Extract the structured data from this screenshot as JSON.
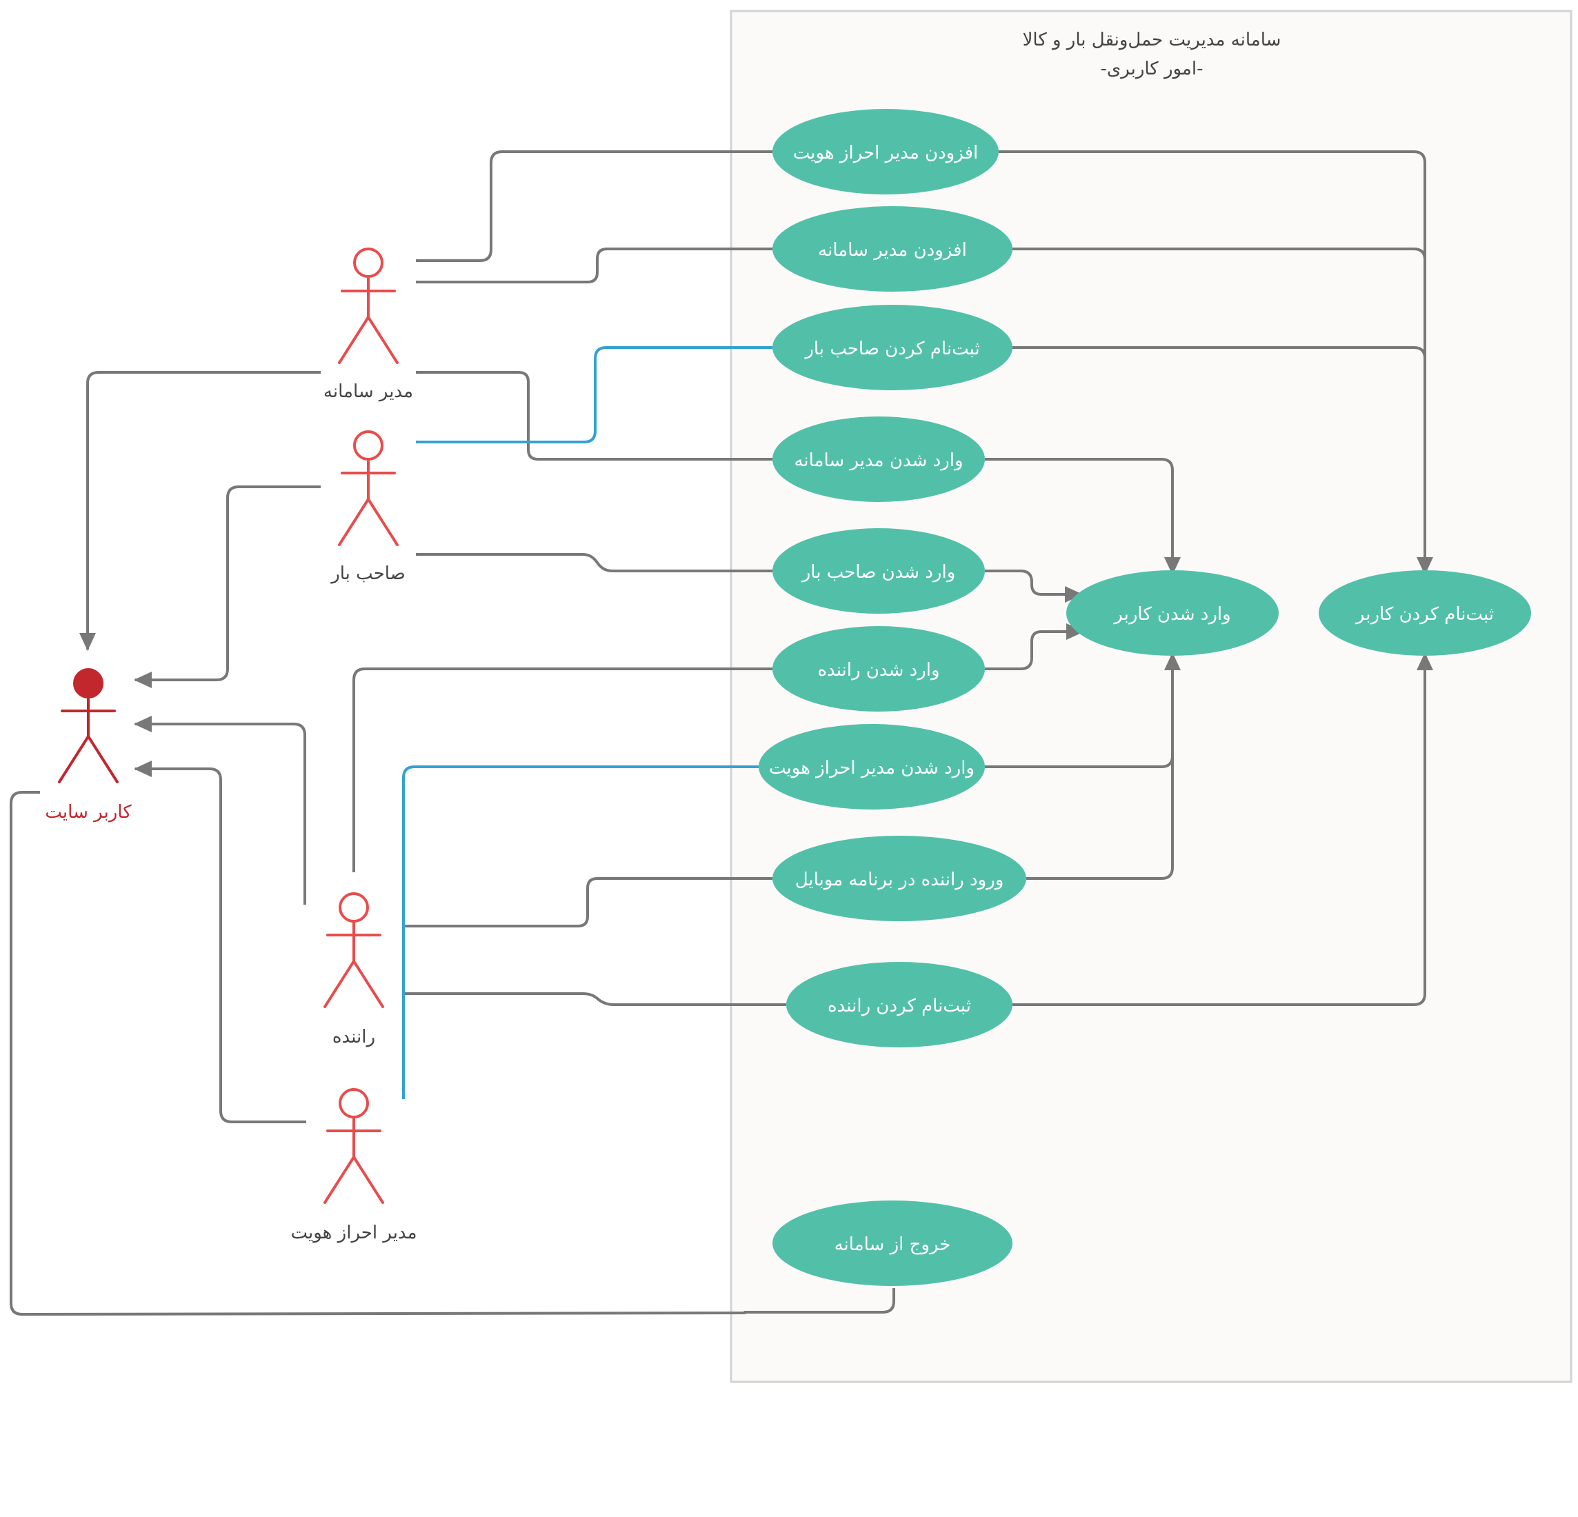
{
  "colors": {
    "actor": "#e84c4c",
    "site_user": "#c1272d",
    "usecase_fill": "#52c0a8",
    "usecase_text": "#ffffff",
    "line": "#787878",
    "blue_line": "#35a1d3",
    "boundary_fill": "#fbfaf8",
    "boundary_stroke": "#d3d3d3",
    "text": "#444444"
  },
  "boundary": {
    "title_line1": "سامانه مدیریت حمل‌ونقل بار و کالا",
    "title_line2": "-امور کاربری-"
  },
  "actors": {
    "system_admin": "مدیر سامانه",
    "cargo_owner": "صاحب بار",
    "site_user": "کاربر سایت",
    "driver": "راننده",
    "identity_admin": "مدیر احراز هویت"
  },
  "usecases": {
    "add_identity_admin": "افزودن مدیر احراز هویت",
    "add_system_admin": "افزودن مدیر سامانه",
    "register_cargo_owner": "ثبت‌نام کردن صاحب بار",
    "login_system_admin": "وارد شدن مدیر سامانه",
    "login_cargo_owner": "وارد شدن صاحب بار",
    "login_driver": "وارد شدن راننده",
    "login_identity_admin": "وارد شدن مدیر احراز هویت",
    "driver_mobile_login": "ورود راننده در برنامه موبایل",
    "register_driver": "ثبت‌نام کردن راننده",
    "logout": "خروج از سامانه",
    "user_login": "وارد شدن کاربر",
    "user_register": "ثبت‌نام کردن کاربر"
  }
}
